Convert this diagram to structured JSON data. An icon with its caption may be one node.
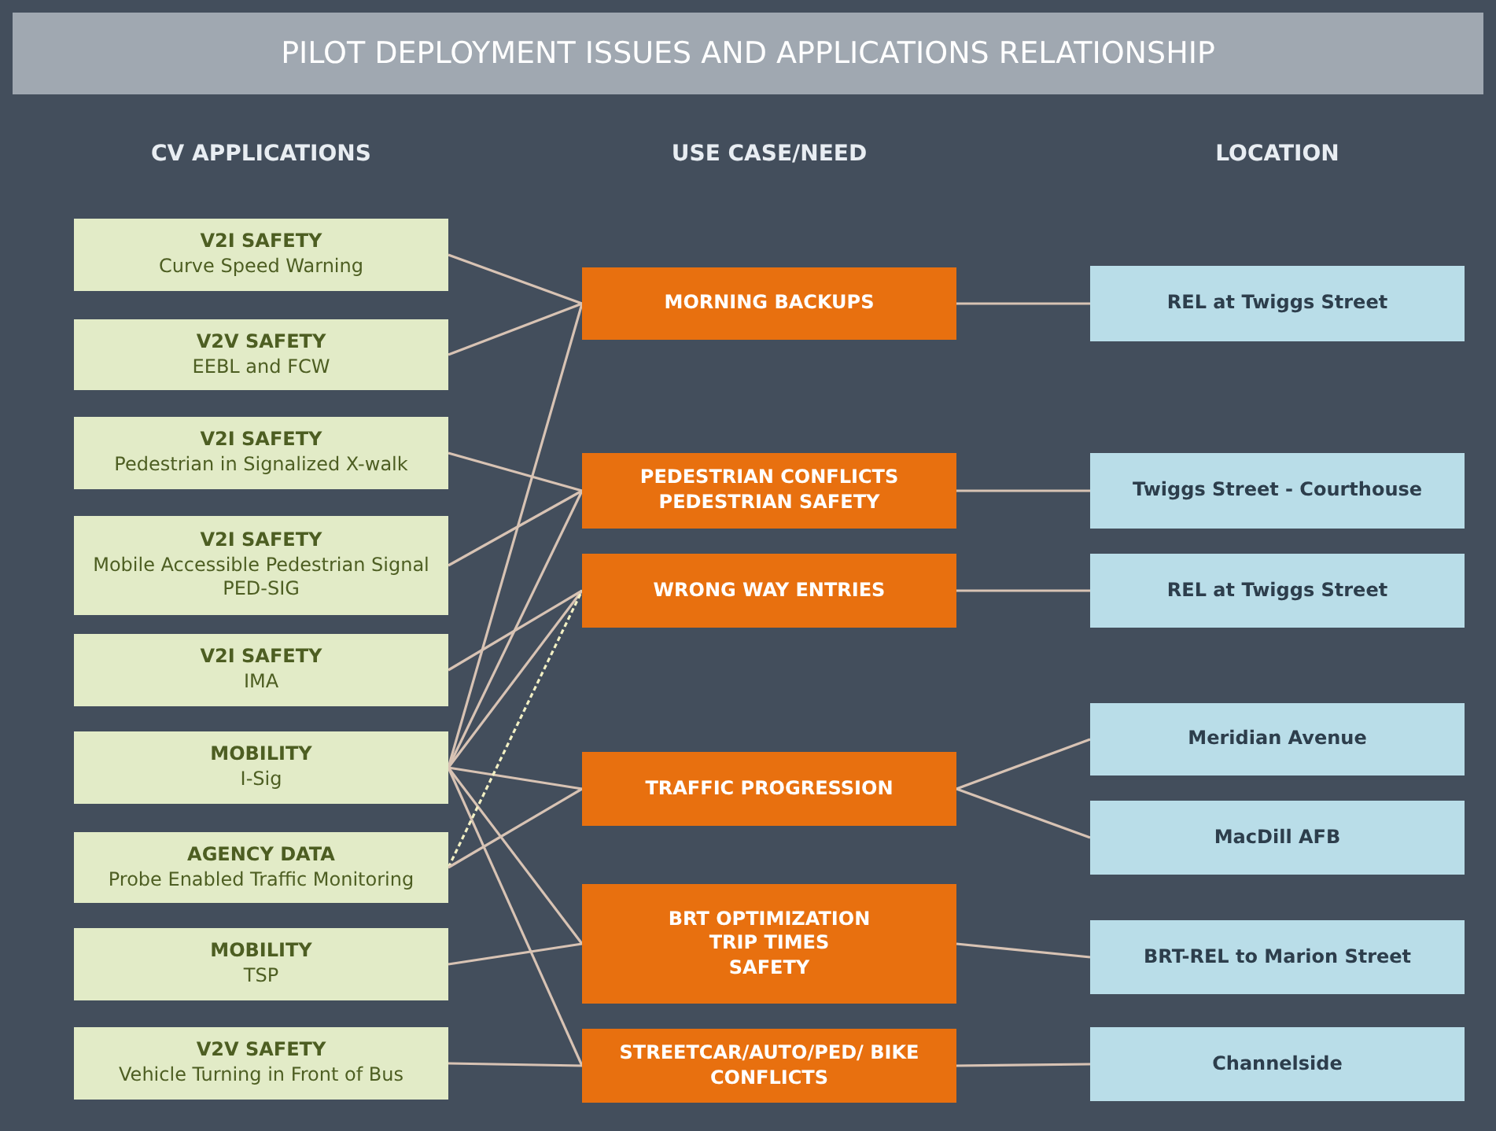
{
  "diagram": {
    "title": "PILOT DEPLOYMENT ISSUES AND APPLICATIONS RELATIONSHIP",
    "nodes": [
      {
        "text": [
          "V2I SAFETY",
          "Curve Speed Warning"
        ]
      },
      {
        "text": [
          "V2V SAFETY",
          "EEBL and FCW"
        ]
      },
      {
        "text": [
          "V2I SAFETY",
          "Pedestrian in Signalized X-walk"
        ]
      },
      {
        "text": [
          "V2I SAFETY",
          "Mobile Accessible Pedestrian Signal PED-SIG"
        ]
      },
      {
        "text": [
          "V2I SAFETY",
          "IMA"
        ]
      },
      {
        "text": [
          "MOBILITY",
          "I-Sig"
        ]
      },
      {
        "text": [
          "AGENCY DATA",
          "Probe Enabled Traffic Monitoring"
        ]
      },
      {
        "text": [
          "MOBILITY",
          "TSP"
        ]
      },
      {
        "text": [
          "V2V SAFETY",
          "Vehicle Turning in Front of Bus"
        ]
      },
      {
        "text": [
          "MORNING BACKUPS"
        ]
      },
      {
        "text": [
          "PEDESTRIAN CONFLICTS",
          "PEDESTRIAN SAFETY"
        ]
      },
      {
        "text": [
          "WRONG WAY ENTRIES"
        ]
      },
      {
        "text": [
          "TRAFFIC PROGRESSION"
        ]
      },
      {
        "text": [
          "BRT OPTIMIZATION",
          "TRIP TIMES",
          "SAFETY"
        ]
      },
      {
        "text": [
          "STREETCAR/AUTO/PED/ BIKE CONFLICTS"
        ]
      },
      {
        "text": [
          "REL at Twiggs Street"
        ]
      },
      {
        "text": [
          "Twiggs Street - Courthouse"
        ]
      },
      {
        "text": [
          "REL at Twiggs Street"
        ]
      },
      {
        "text": [
          "Meridian Avenue"
        ]
      },
      {
        "text": [
          "MacDill AFB"
        ]
      },
      {
        "text": [
          "BRT-REL to Marion Street"
        ]
      },
      {
        "text": [
          "Channelside"
        ]
      }
    ],
    "edges": [
      {
        "from": 0,
        "to": 9,
        "arrow": "none"
      },
      {
        "from": 1,
        "to": 9,
        "arrow": "none"
      },
      {
        "from": 2,
        "to": 10,
        "arrow": "none"
      },
      {
        "from": 3,
        "to": 10,
        "arrow": "none"
      },
      {
        "from": 4,
        "to": 11,
        "arrow": "none"
      },
      {
        "from": 5,
        "to": 9,
        "arrow": "none"
      },
      {
        "from": 5,
        "to": 10,
        "arrow": "none"
      },
      {
        "from": 5,
        "to": 11,
        "arrow": "none"
      },
      {
        "from": 5,
        "to": 12,
        "arrow": "none"
      },
      {
        "from": 5,
        "to": 13,
        "arrow": "none"
      },
      {
        "from": 5,
        "to": 14,
        "arrow": "none"
      },
      {
        "from": 6,
        "to": 11,
        "arrow": "none",
        "style": "dashed",
        "color": "#f2f0c4"
      },
      {
        "from": 6,
        "to": 12,
        "arrow": "none"
      },
      {
        "from": 7,
        "to": 13,
        "arrow": "none"
      },
      {
        "from": 8,
        "to": 14,
        "arrow": "none"
      },
      {
        "from": 9,
        "to": 15,
        "arrow": "none"
      },
      {
        "from": 10,
        "to": 16,
        "arrow": "none"
      },
      {
        "from": 11,
        "to": 17,
        "arrow": "none"
      },
      {
        "from": 12,
        "to": 18,
        "arrow": "none"
      },
      {
        "from": 12,
        "to": 19,
        "arrow": "none"
      },
      {
        "from": 13,
        "to": 20,
        "arrow": "none"
      },
      {
        "from": 14,
        "to": 21,
        "arrow": "none"
      }
    ],
    "labels": [
      "CV APPLICATIONS",
      "USE CASE/NEED",
      "LOCATION"
    ]
  }
}
